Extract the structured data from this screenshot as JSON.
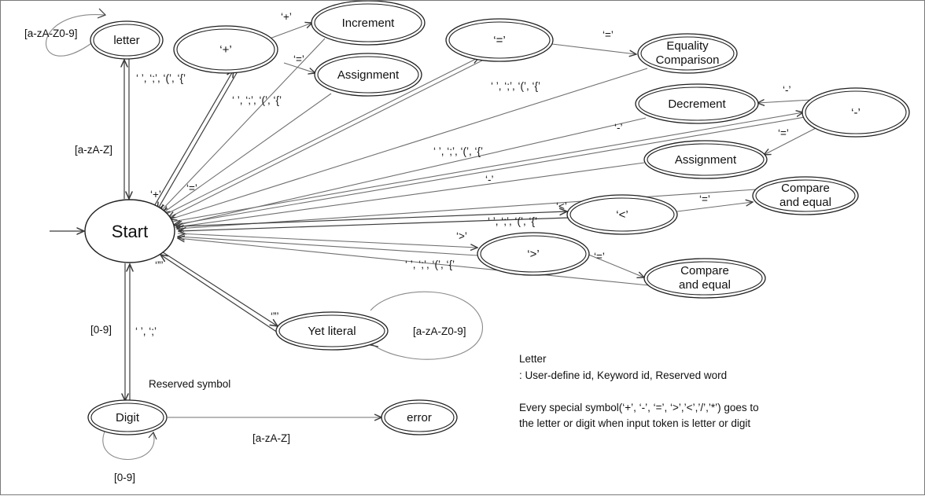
{
  "states": {
    "start": "Start",
    "letter": "letter",
    "plus": "‘+’",
    "increment": "Increment",
    "assignment1": "Assignment",
    "equal": "‘=’",
    "equality1": "Equality",
    "equality2": "Comparison",
    "decrement": "Decrement",
    "minus": "‘-’",
    "assignment2": "Assignment",
    "compare1a": "Compare",
    "compare1b": "and equal",
    "lt": "‘<’",
    "gt": "‘>’",
    "compare2a": "Compare",
    "compare2b": "and equal",
    "yet_literal": "Yet literal",
    "digit": "Digit",
    "error": "error"
  },
  "labels": {
    "letter_loop": "[a-zA-Z0-9]",
    "letter_to_start": "‘ ’, ‘;’, ‘(’, ‘{’",
    "start_to_letter": "[a-zA-Z]",
    "plus_to_increment": "‘+’",
    "plus_to_assignment": "‘=’",
    "plus_to_start": "‘ ’, ‘;’, ‘(’, ‘{’",
    "equal_to_equality": "‘=’",
    "equal_to_start": "‘ ’, ‘;’, ‘(’, ‘{’",
    "minus_to_decrement": "‘-’",
    "minus_to_assignment": "‘=’",
    "start_to_minus": "‘-’",
    "minus_to_start": "‘ ’, ‘;’, ‘(’, ‘{’",
    "start_to_lt": "‘-’",
    "lt_label": "‘<’",
    "lt_to_compare": "‘=’",
    "lt_to_start": "‘ ’, ‘;’, ‘(’, ‘{’",
    "start_to_gt": "‘>’",
    "gt_to_compare": "‘=’",
    "gt_to_start": "‘ ’, ‘;’, ‘(’, ‘{’",
    "start_to_plus": "‘+’",
    "start_to_equal": "‘=’",
    "start_to_literal_quote": "‘”’",
    "literal_quote": "‘”’",
    "literal_loop": "[a-zA-Z0-9]",
    "start_to_digit": "[0-9]",
    "digit_to_start": "‘ ’, ‘;’",
    "reserved_symbol": "Reserved symbol",
    "digit_to_error": "[a-zA-Z]",
    "digit_loop": "[0-9]"
  },
  "notes": {
    "line1": "Letter",
    "line2": ": User-define id, Keyword id, Reserved word",
    "line3": "Every special symbol(‘+’, ‘-’, ‘=’, ‘>’,’<’,’/’,’*’) goes to",
    "line4": "the letter or digit when input token is letter or digit"
  }
}
